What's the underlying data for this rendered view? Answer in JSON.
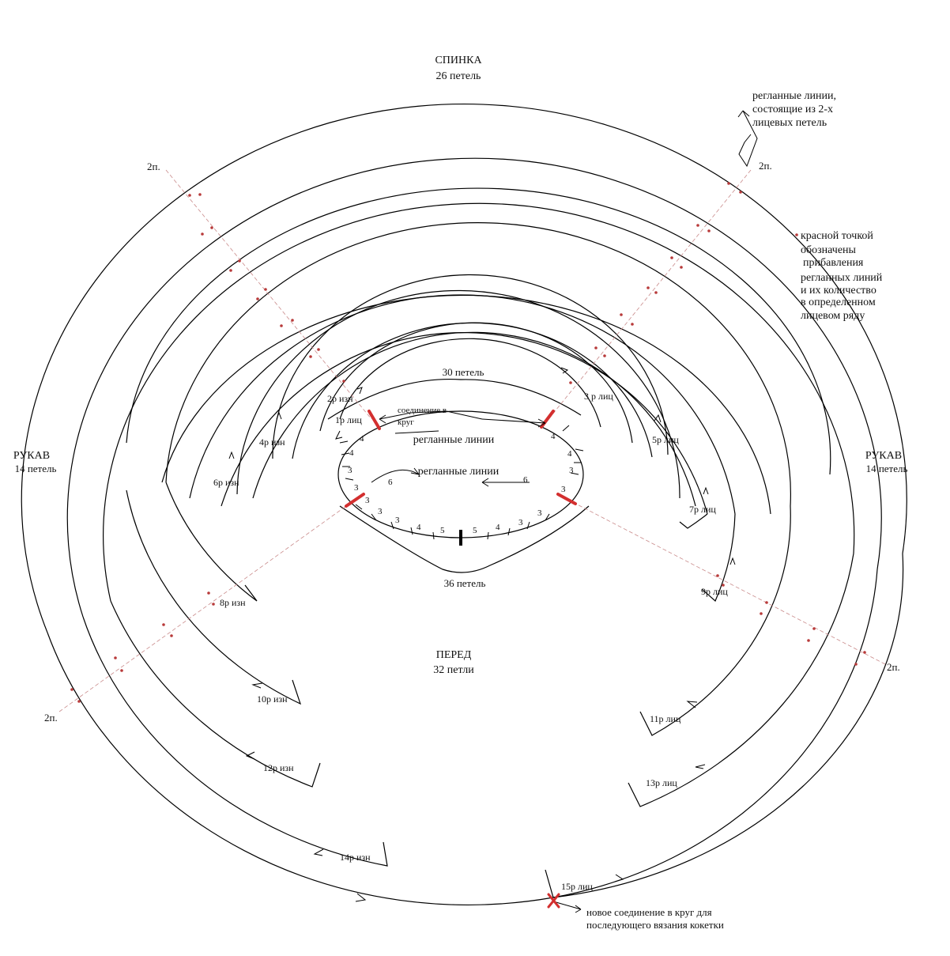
{
  "top_section": {
    "title": "СПИНКА",
    "count": "26 петель"
  },
  "left_section": {
    "title": "РУКАВ",
    "count": "14 петель"
  },
  "right_section": {
    "title": "РУКАВ",
    "count": "14 петель"
  },
  "front_section": {
    "title": "ПЕРЕД",
    "count": "32 петли"
  },
  "inner_top_count": "30 петель",
  "inner_bottom_count": "36 петель",
  "raglan_label_top": "регланные линии",
  "raglan_label_bottom": "регланные линии",
  "join_label": [
    "соединение в",
    "круг"
  ],
  "notes": {
    "raglan_lines": [
      "регланные линии,",
      "состоящие из 2-х",
      "лицевых петель"
    ],
    "red_dot": [
      "красной точкой",
      "обозначены",
      "прибавления",
      "регланных линий",
      "и их количество",
      "в определенном",
      "лицевом ряду"
    ],
    "new_join": [
      "новое соединение в круг для",
      "последующего вязания кокетки"
    ]
  },
  "raglan_stitches": [
    "2п.",
    "2п.",
    "2п.",
    "2п."
  ],
  "rows": [
    "1р лиц",
    "2р изн",
    "3 р лиц",
    "4р изн",
    "5р лиц",
    "6р изн",
    "7р лиц",
    "8р изн",
    "9р лиц",
    "10р изн",
    "11р лиц",
    "12р изн",
    "13р лиц",
    "14р изн",
    "15р лиц"
  ],
  "inner_numbers": [
    "4",
    "4",
    "3",
    "3",
    "3",
    "3",
    "3",
    "4",
    "5",
    "5",
    "4",
    "3",
    "3",
    "3",
    "3",
    "4",
    "4",
    "6",
    "6"
  ],
  "colors": {
    "line": "#000000",
    "marker": "#d32f2f",
    "dot": "#b83a3a",
    "guide": "#c98a8a"
  },
  "icons": [
    "arrow-icon",
    "cross-icon"
  ]
}
